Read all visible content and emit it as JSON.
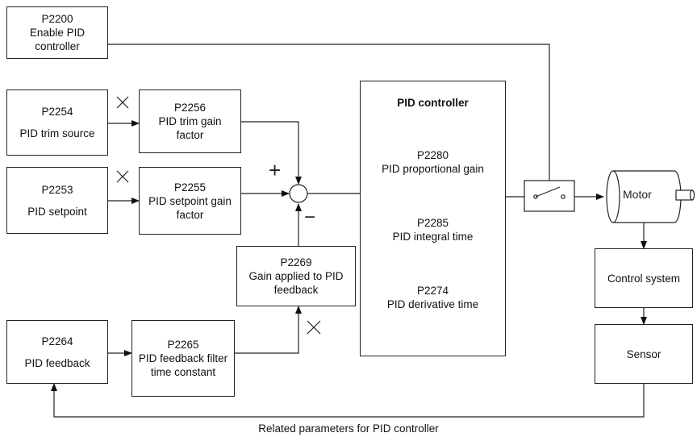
{
  "blocks": {
    "p2200": {
      "code": "P2200",
      "line1": "Enable PID",
      "line2": "controller"
    },
    "p2254": {
      "code": "P2254",
      "line1": "PID trim source"
    },
    "p2256": {
      "code": "P2256",
      "line1": "PID trim gain",
      "line2": "factor"
    },
    "p2253": {
      "code": "P2253",
      "line1": "PID setpoint"
    },
    "p2255": {
      "code": "P2255",
      "line1": "PID setpoint gain",
      "line2": "factor"
    },
    "p2269": {
      "code": "P2269",
      "line1": "Gain applied to PID",
      "line2": "feedback"
    },
    "p2264": {
      "code": "P2264",
      "line1": "PID feedback"
    },
    "p2265": {
      "code": "P2265",
      "line1": "PID feedback filter",
      "line2": "time constant"
    },
    "pid": {
      "title": "PID controller",
      "params": [
        {
          "code": "P2280",
          "label": "PID proportional gain"
        },
        {
          "code": "P2285",
          "label": "PID integral time"
        },
        {
          "code": "P2274",
          "label": "PID derivative time"
        }
      ]
    },
    "motor": "Motor",
    "control": "Control system",
    "sensor": "Sensor"
  },
  "signs": {
    "plus": "+",
    "minus": "−"
  },
  "caption": "Related parameters for PID controller"
}
